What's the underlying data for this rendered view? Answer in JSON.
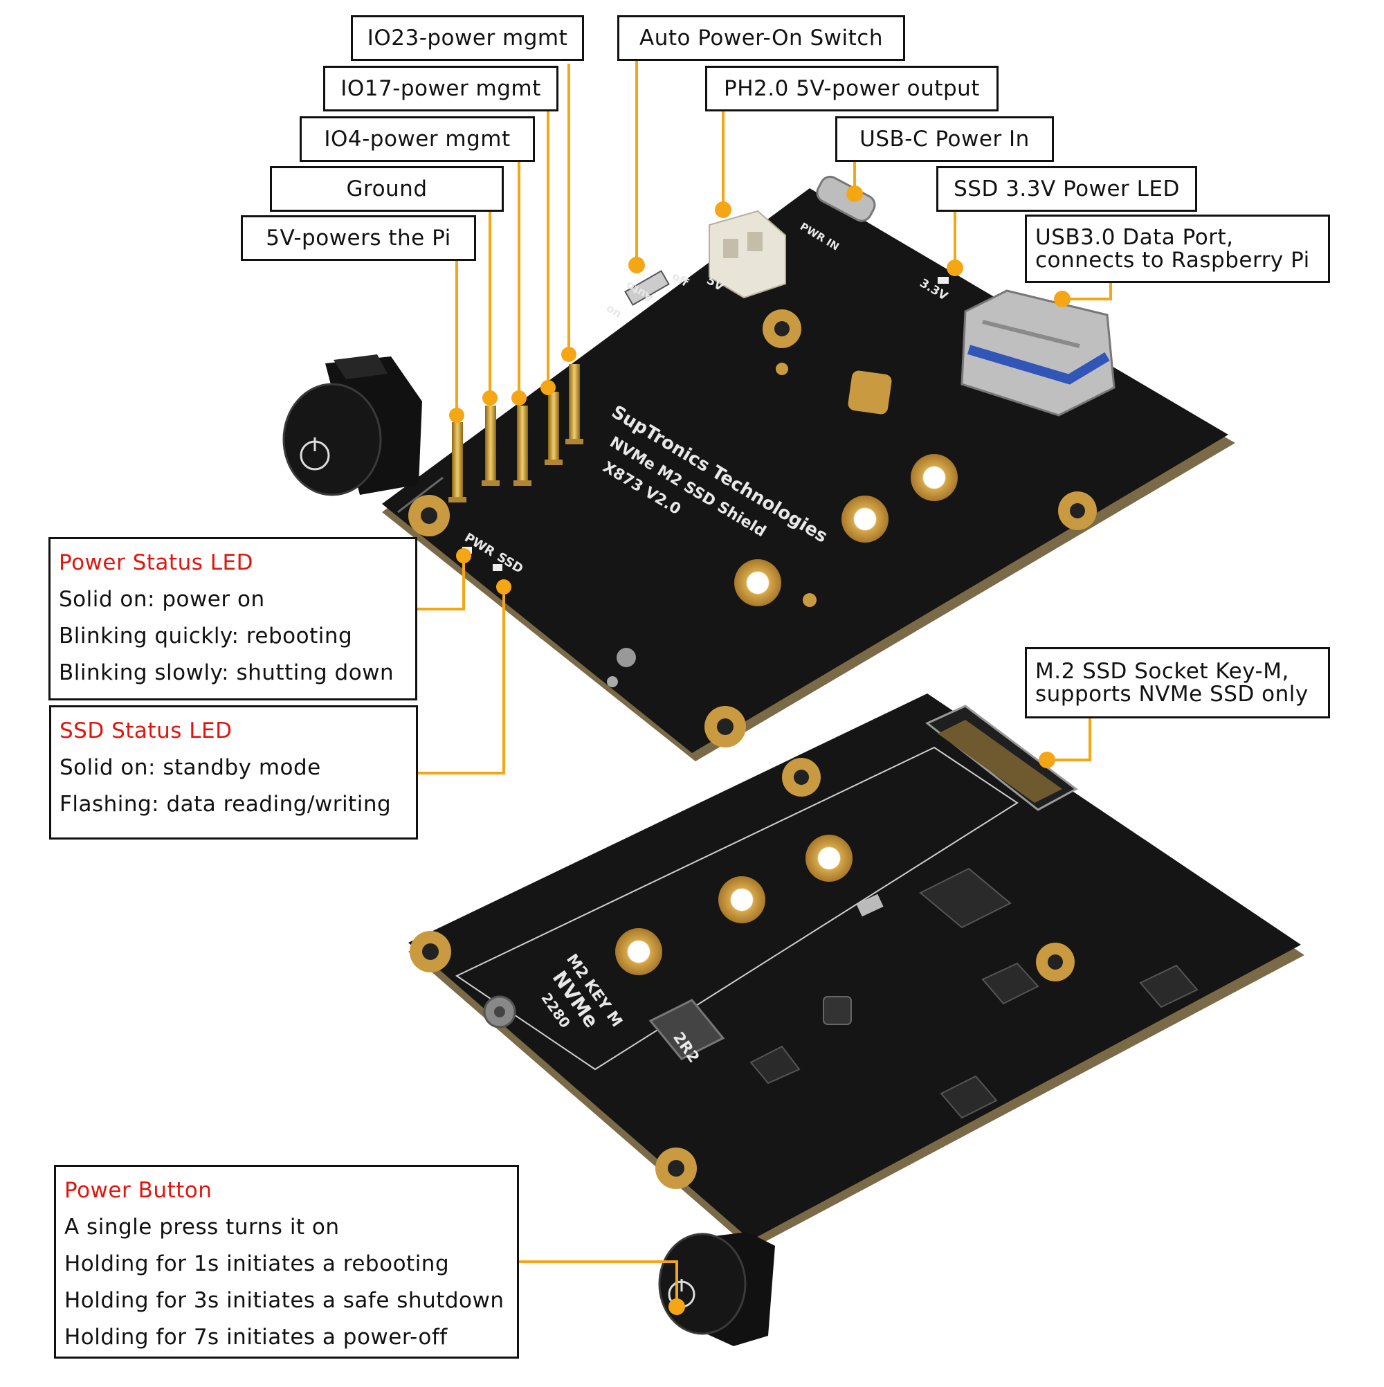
{
  "colors": {
    "callout": "#f5a614",
    "board": "#151515",
    "pad_gold": "#c99a3f",
    "title_red": "#e0150e"
  },
  "top_labels": {
    "io23": "IO23-power mgmt",
    "io17": "IO17-power mgmt",
    "io4": "IO4-power mgmt",
    "ground": "Ground",
    "five_v": "5V-powers the Pi",
    "auto_power": "Auto Power-On Switch",
    "ph20": "PH2.0 5V-power output",
    "usbc": "USB-C Power In",
    "ssd_led": "SSD 3.3V Power LED",
    "usb3_line1": "USB3.0 Data Port,",
    "usb3_line2": "connects to Raspberry Pi",
    "m2_line1": "M.2 SSD Socket Key-M,",
    "m2_line2": "supports NVMe SSD only"
  },
  "power_led": {
    "title": "Power Status LED",
    "lines": [
      "Solid on: power on",
      "Blinking quickly: rebooting",
      "Blinking slowly: shutting down"
    ]
  },
  "ssd_led": {
    "title": "SSD Status LED",
    "lines": [
      "Solid on: standby mode",
      "Flashing: data reading/writing"
    ]
  },
  "power_button": {
    "title": "Power Button",
    "lines": [
      "A single press turns it on",
      "Holding for 1s initiates a rebooting",
      "Holding for 3s initiates a safe shutdown",
      "Holding for 7s initiates a power-off"
    ]
  },
  "silkscreen": {
    "brand": "SupTronics Technologies",
    "product": "NVMe M2 SSD Shield",
    "model": "X873 V2.0",
    "pwr": "PWR",
    "ssd": "SSD",
    "pwr_in": "PWR IN",
    "five_v": "5V",
    "three_v3": "3.3V",
    "off": "off",
    "on": "on",
    "auto": "Auto",
    "m2_key": "M2 KEY M",
    "nvme": "NVMe",
    "size": "2280",
    "inductor": "2R2"
  }
}
